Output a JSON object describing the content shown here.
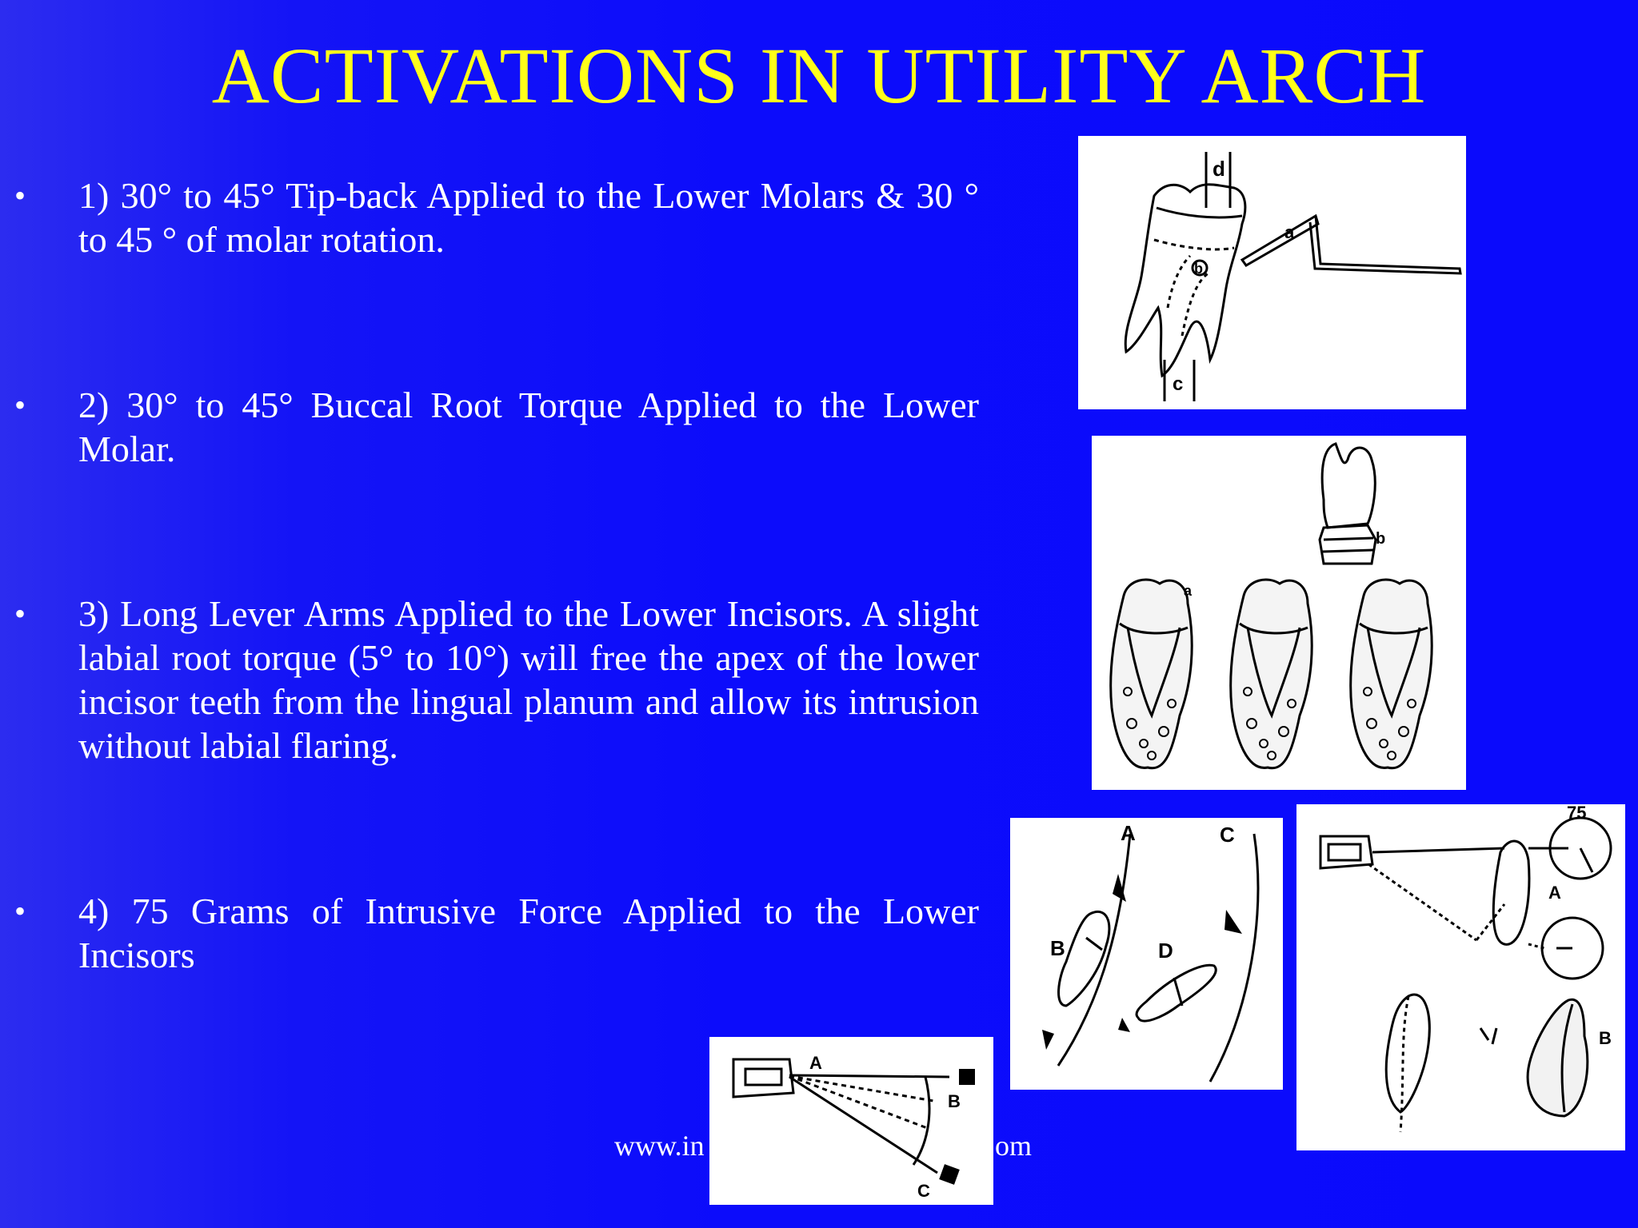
{
  "slide": {
    "title": "ACTIVATIONS IN UTILITY ARCH",
    "bullet_symbol": "•",
    "bullets": [
      {
        "text": "1) 30° to 45° Tip-back Applied to the Lower Molars & 30 ° to 45 ° of molar rotation."
      },
      {
        "text": "2) 30° to 45° Buccal Root Torque Applied to the Lower Molar."
      },
      {
        "text": "3) Long Lever Arms Applied to the Lower Incisors. A slight labial root torque (5° to 10°) will free the apex of the lower incisor teeth from the lingual planum and allow its intrusion without labial flaring."
      },
      {
        "text": "4) 75 Grams of Intrusive Force Applied to the Lower Incisors"
      }
    ],
    "footer_left": "www.in",
    "footer_right": "om"
  },
  "figures": {
    "fig1_labels": {
      "d": "d",
      "a": "a",
      "b": "b",
      "c": "c"
    },
    "fig2_labels": {
      "a": "a",
      "b": "b"
    },
    "fig3_labels": {
      "A": "A",
      "C": "C",
      "B": "B",
      "D": "D"
    },
    "fig4_labels": {
      "gauge": "75",
      "A": "A",
      "B": "B"
    },
    "fig5_labels": {
      "A": "A",
      "B": "B",
      "C": "C"
    }
  },
  "colors": {
    "background": "#0a0afc",
    "title": "#ffff1a",
    "text": "#ffffff"
  }
}
